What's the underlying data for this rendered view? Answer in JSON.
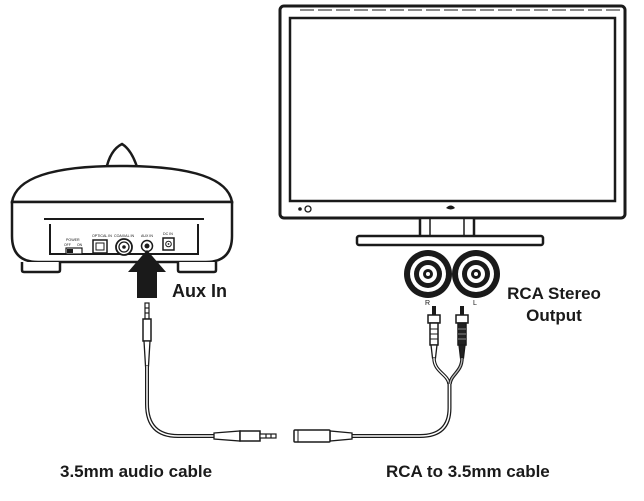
{
  "labels": {
    "aux_in": "Aux In",
    "rca_output_line1": "RCA Stereo",
    "rca_output_line2": "Output",
    "cable_35mm": "3.5mm audio cable",
    "cable_rca": "RCA to 3.5mm cable"
  },
  "speaker_back_panel": {
    "power_label": "POWER",
    "power_off": "OFF",
    "power_on": "ON",
    "optical_in": "OPTICAL IN",
    "coaxial_in": "COAXIAL IN",
    "aux_in_port": "AUX IN",
    "dc_in": "DC IN"
  },
  "rca_jacks": {
    "right": "R",
    "left": "L"
  },
  "colors": {
    "line": "#1a1a1a",
    "fill_light": "#ffffff",
    "fill_gray": "#d9d9d9",
    "fill_dark": "#222222"
  }
}
